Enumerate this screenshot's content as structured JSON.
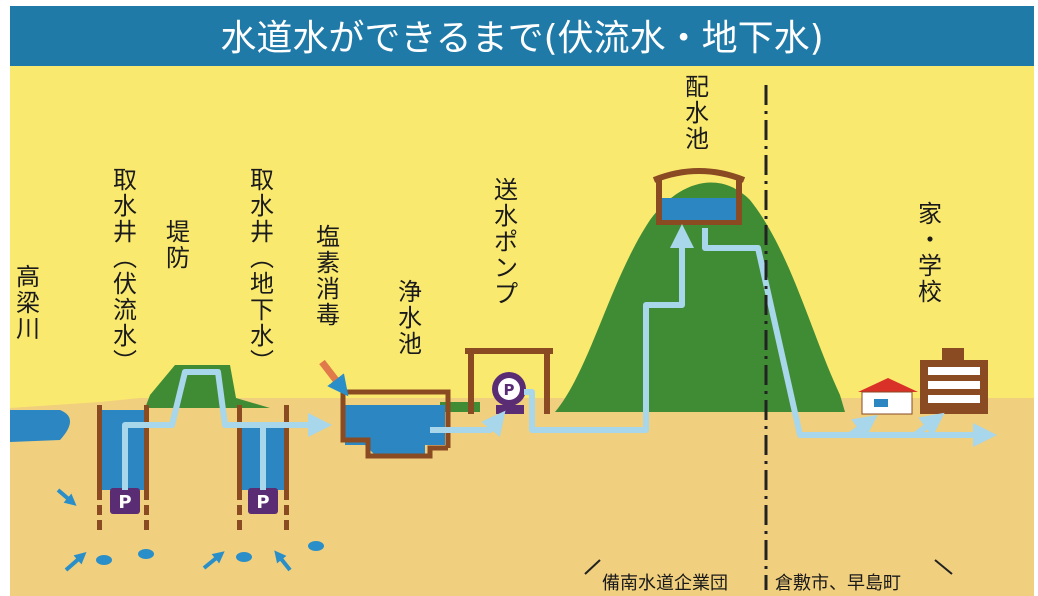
{
  "title": "水道水ができるまで(伏流水・地下水)",
  "labels": {
    "river": "高梁川",
    "well_fukuryu": "取水井(伏流水)",
    "levee": "堤防",
    "well_chika": "取水井(地下水)",
    "chlorine": "塩素消毒",
    "clear_well": "浄水池",
    "pump": "送水ポンプ",
    "reservoir": "配水池",
    "homes": "家・学校",
    "pump_symbol": "P"
  },
  "footer": {
    "left": "備南水道企業団",
    "right": "倉敷市、早島町"
  },
  "colors": {
    "title_bar": "#1f7aa8",
    "sky": "#fae96f",
    "ground": "#f0cf7e",
    "hill": "#3f8c35",
    "water": "#2b86c2",
    "pipe": "#b9dcea",
    "structure": "#8a4a22",
    "pump": "#5a2c74"
  }
}
